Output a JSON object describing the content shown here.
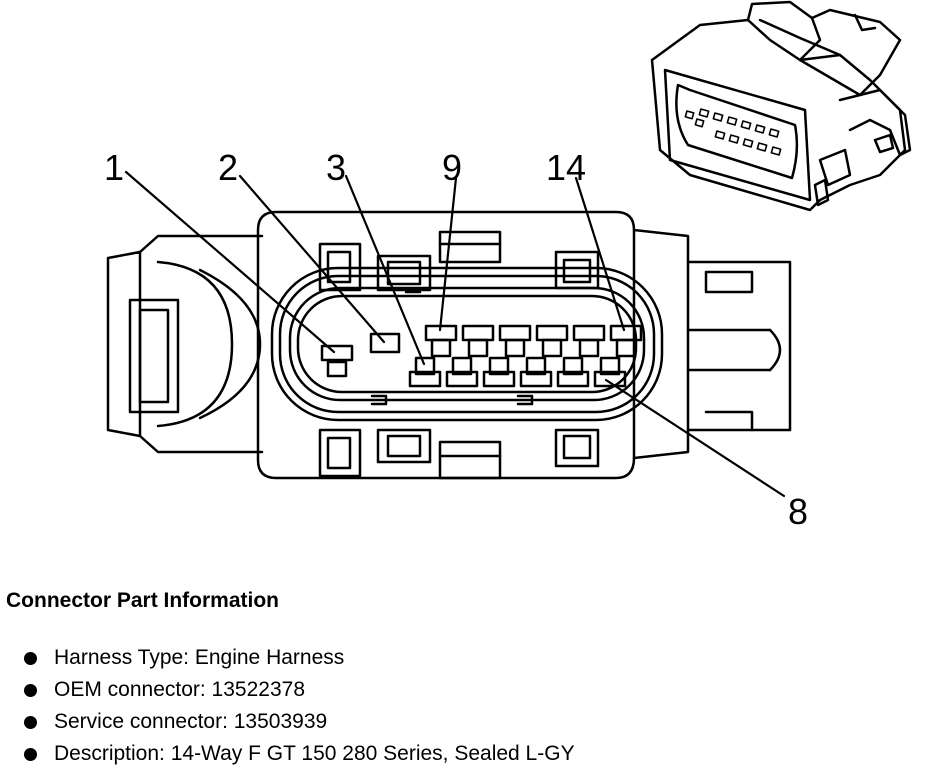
{
  "diagram": {
    "pin_callouts": [
      "1",
      "2",
      "3",
      "9",
      "14",
      "8"
    ]
  },
  "info": {
    "title": "Connector Part Information",
    "items": [
      "Harness Type: Engine Harness",
      "OEM connector: 13522378",
      "Service connector: 13503939",
      "Description: 14-Way F GT 150 280 Series, Sealed L-GY"
    ]
  }
}
